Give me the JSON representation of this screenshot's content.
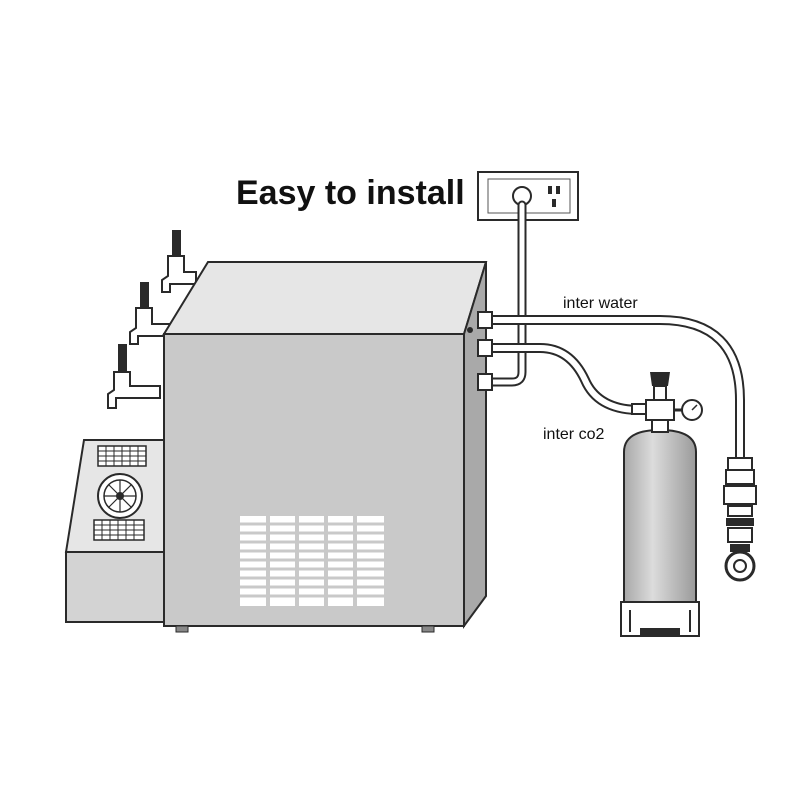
{
  "title": "Easy to install",
  "labels": {
    "water": "inter water",
    "co2": "inter co2"
  },
  "colors": {
    "outline": "#2a2a2a",
    "cabinet_front": "#c9c9c9",
    "cabinet_top": "#e6e6e6",
    "cabinet_side": "#a9a9a9",
    "cylinder": "#c4c4c4",
    "tube": "#ffffff"
  },
  "icons": [
    "wall-socket-icon",
    "fan-icon",
    "pressure-gauge-icon",
    "beer-tap-icon"
  ]
}
